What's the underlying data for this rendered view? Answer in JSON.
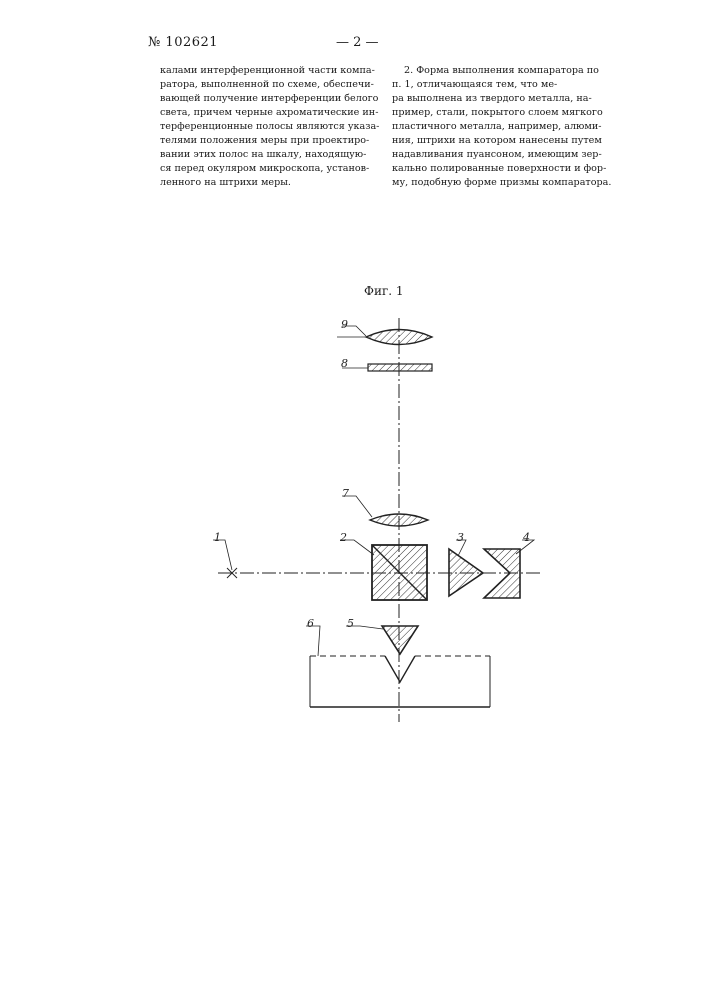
{
  "header": {
    "patent_number": "№ 102621",
    "page_marker": "— 2 —"
  },
  "left_column": {
    "lines": [
      "калами интерференционной части компа-",
      "ратора, выполненной по схеме, обеспечи-",
      "вающей получение интерференции белого",
      "света, причем черные ахроматические ин-",
      "терференционные полосы являются указа-",
      "телями положения меры при проектиро-",
      "вании этих полос на шкалу, находящую-",
      "ся перед окуляром микроскопа, установ-",
      "ленного на штрихи меры."
    ]
  },
  "right_column": {
    "lines": [
      "2. Форма выполнения компаратора по",
      "п. 1, отличающаяся тем, что ме-",
      "ра выполнена из твердого металла, на-",
      "пример, стали, покрытого слоем мягкого",
      "пластичного металла, например, алюми-",
      "ния, штрихи на котором нанесены путем",
      "надавливания пуансоном, имеющим зер-",
      "кально полированные поверхности и фор-",
      "му, подобную форме призмы компаратора."
    ]
  },
  "figure": {
    "caption": "Фиг. 1",
    "labels": {
      "l1": "1",
      "l2": "2",
      "l3": "3",
      "l4": "4",
      "l5": "5",
      "l6": "6",
      "l7": "7",
      "l8": "8",
      "l9": "9"
    }
  }
}
